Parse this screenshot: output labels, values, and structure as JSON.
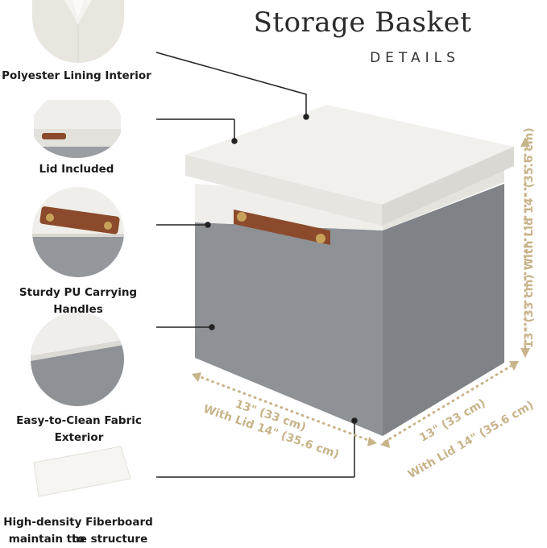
{
  "header": {
    "title": "Storage Basket",
    "subtitle": "DETAILS"
  },
  "features": [
    {
      "label": "Polyester Lining Interior",
      "icon": "lining-detail-image"
    },
    {
      "label": "Lid Included",
      "icon": "lid-detail-image"
    },
    {
      "label": "Sturdy PU Carrying Handles",
      "icon": "handle-detail-image"
    },
    {
      "label": "Easy-to-Clean Fabric Exterior",
      "icon": "fabric-detail-image"
    },
    {
      "label_line1": "High-density Fiberboard to",
      "label_line2": "maintain the structure",
      "icon": "fiberboard-detail-image"
    }
  ],
  "dimensions": {
    "height": "13\" (33 cm) With Lid 14\" (35.6 cm)",
    "width_line1": "13\" (33 cm)",
    "width_line2": "With Lid 14\" (35.6 cm)",
    "depth_line1": "13\" (33 cm)",
    "depth_line2": "With Lid 14\" (35.6 cm)"
  },
  "colors": {
    "dimension_text": "#c8b48a",
    "basket_white": "#eeede8",
    "basket_gray": "#8e9196",
    "handle_leather": "#8b4a2b"
  }
}
